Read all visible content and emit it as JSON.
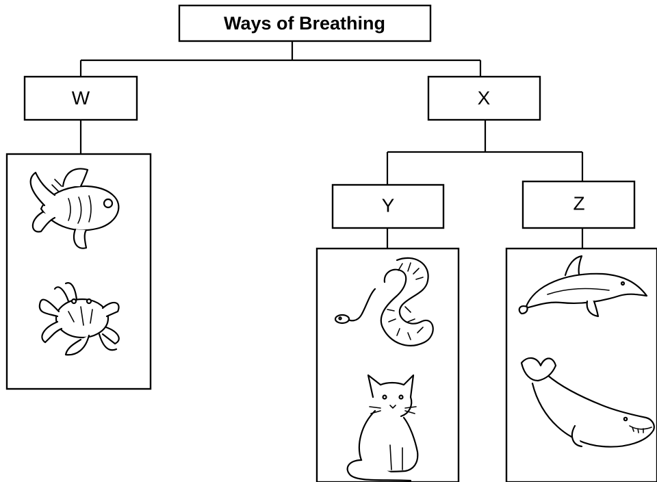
{
  "diagram": {
    "title": "Ways of Breathing",
    "groups": [
      {
        "label": "W",
        "animals": [
          "fish-icon",
          "crab-icon"
        ]
      },
      {
        "label": "X"
      },
      {
        "label": "Y",
        "animals": [
          "snake-icon",
          "cat-icon"
        ]
      },
      {
        "label": "Z",
        "animals": [
          "dolphin-icon",
          "whale-icon"
        ]
      }
    ]
  }
}
